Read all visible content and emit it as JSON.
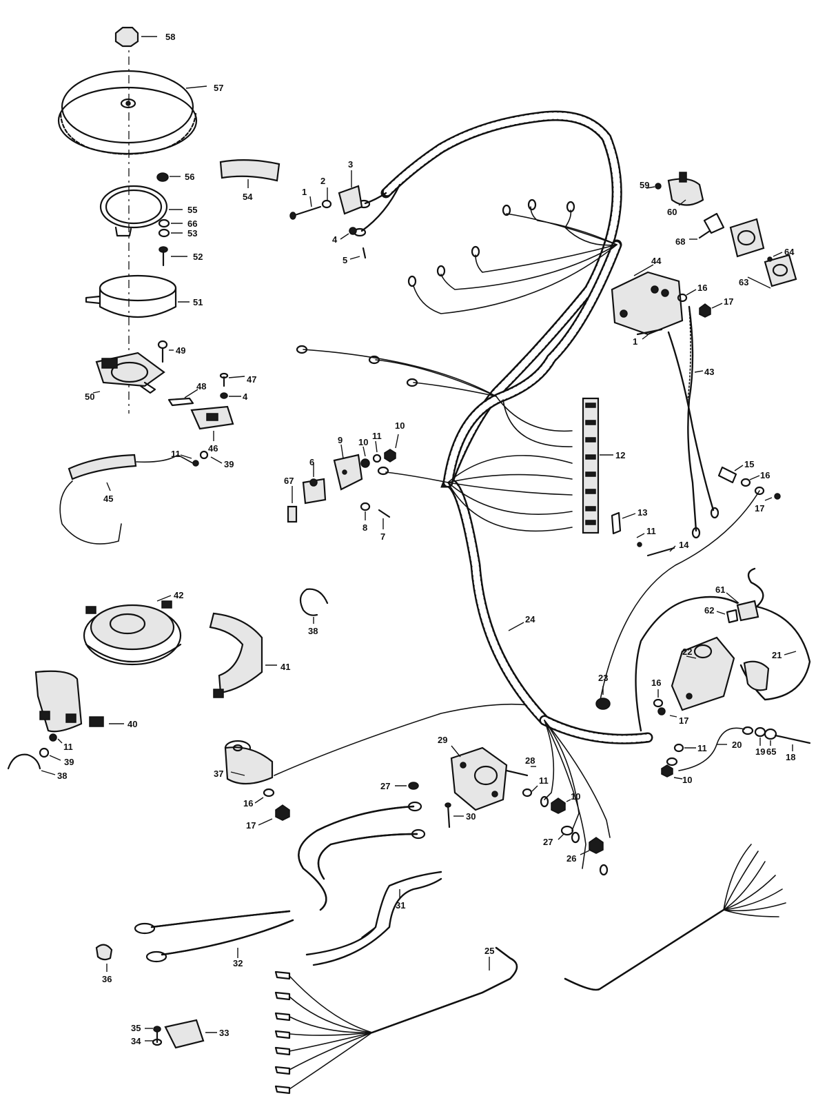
{
  "diagram": {
    "callouts": [
      "1",
      "2",
      "3",
      "4",
      "5",
      "6",
      "7",
      "8",
      "9",
      "10",
      "11",
      "12",
      "13",
      "14",
      "15",
      "16",
      "17",
      "18",
      "19",
      "20",
      "21",
      "22",
      "23",
      "24",
      "25",
      "26",
      "27",
      "28",
      "29",
      "30",
      "31",
      "32",
      "33",
      "34",
      "35",
      "36",
      "37",
      "38",
      "39",
      "40",
      "41",
      "42",
      "43",
      "44",
      "45",
      "46",
      "47",
      "48",
      "49",
      "50",
      "51",
      "52",
      "53",
      "54",
      "55",
      "56",
      "57",
      "58",
      "59",
      "60",
      "61",
      "62",
      "63",
      "64",
      "65",
      "66",
      "67",
      "68"
    ],
    "callout_values": {
      "c1a": "1",
      "c1b": "1",
      "c2": "2",
      "c3": "3",
      "c4a": "4",
      "c4b": "4",
      "c5": "5",
      "c6": "6",
      "c7": "7",
      "c8": "8",
      "c9": "9",
      "c10a": "10",
      "c10b": "10",
      "c10c": "10",
      "c10d": "10",
      "c11a": "11",
      "c11b": "11",
      "c11c": "11",
      "c11d": "11",
      "c11e": "11",
      "c11f": "11",
      "c12": "12",
      "c13": "13",
      "c14": "14",
      "c15": "15",
      "c16a": "16",
      "c16b": "16",
      "c16c": "16",
      "c16d": "16",
      "c17a": "17",
      "c17b": "17",
      "c17c": "17",
      "c17d": "17",
      "c18": "18",
      "c19": "19",
      "c20": "20",
      "c21": "21",
      "c22": "22",
      "c23": "23",
      "c24": "24",
      "c25": "25",
      "c26": "26",
      "c27a": "27",
      "c27b": "27",
      "c28": "28",
      "c29": "29",
      "c30": "30",
      "c31": "31",
      "c32": "32",
      "c33": "33",
      "c34": "34",
      "c35": "35",
      "c36": "36",
      "c37": "37",
      "c38a": "38",
      "c38b": "38",
      "c39a": "39",
      "c39b": "39",
      "c40": "40",
      "c41": "41",
      "c42": "42",
      "c43": "43",
      "c44": "44",
      "c45": "45",
      "c46": "46",
      "c47": "47",
      "c48": "48",
      "c49": "49",
      "c50": "50",
      "c51": "51",
      "c52": "52",
      "c53": "53",
      "c54": "54",
      "c55": "55",
      "c56": "56",
      "c57": "57",
      "c58": "58",
      "c59": "59",
      "c60": "60",
      "c61": "61",
      "c62": "62",
      "c63": "63",
      "c64": "64",
      "c65": "65",
      "c66": "66",
      "c67": "67",
      "c68": "68"
    }
  }
}
